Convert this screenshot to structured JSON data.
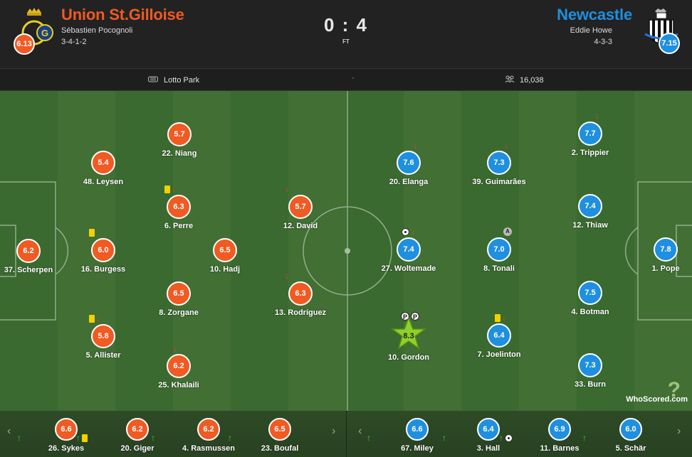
{
  "home": {
    "name": "Union St.Gilloise",
    "manager": "Sébastien Pocognoli",
    "formation": "3-4-1-2",
    "team_rating": "6.13",
    "color": "#f05a23"
  },
  "away": {
    "name": "Newcastle",
    "manager": "Eddie Howe",
    "formation": "4-3-3",
    "team_rating": "7.15",
    "color": "#1f8fe0"
  },
  "score": "0 : 4",
  "status": "FT",
  "venue": "Lotto Park",
  "separator": "·",
  "attendance": "16,038",
  "watermark": "WhoScored",
  "watermark_suffix": ".com",
  "watermark_mark": "?",
  "chevron_left": "‹",
  "chevron_right": "›",
  "lineup": [
    {
      "id": "scherpen",
      "name": "37. Scherpen",
      "rating": "6.2",
      "side": "home"
    },
    {
      "id": "leysen",
      "name": "48. Leysen",
      "rating": "5.4",
      "side": "home"
    },
    {
      "id": "burgess",
      "name": "16. Burgess",
      "rating": "6.0",
      "side": "home"
    },
    {
      "id": "allister",
      "name": "5. Allister",
      "rating": "5.8",
      "side": "home"
    },
    {
      "id": "niang",
      "name": "22. Niang",
      "rating": "5.7",
      "side": "home"
    },
    {
      "id": "perre",
      "name": "6. Perre",
      "rating": "6.3",
      "side": "home"
    },
    {
      "id": "zorgane",
      "name": "8. Zorgane",
      "rating": "6.5",
      "side": "home"
    },
    {
      "id": "khalaili",
      "name": "25. Khalaili",
      "rating": "6.2",
      "side": "home"
    },
    {
      "id": "hadj",
      "name": "10. Hadj",
      "rating": "6.5",
      "side": "home"
    },
    {
      "id": "david",
      "name": "12. David",
      "rating": "5.7",
      "side": "home"
    },
    {
      "id": "rodriguez",
      "name": "13. Rodríguez",
      "rating": "6.3",
      "side": "home"
    },
    {
      "id": "elanga",
      "name": "20. Elanga",
      "rating": "7.6",
      "side": "away"
    },
    {
      "id": "woltemade",
      "name": "27. Woltemade",
      "rating": "7.4",
      "side": "away"
    },
    {
      "id": "gordon",
      "name": "10. Gordon",
      "rating": "8.3",
      "side": "away"
    },
    {
      "id": "guimaraes",
      "name": "39. Guimarães",
      "rating": "7.3",
      "side": "away"
    },
    {
      "id": "tonali",
      "name": "8. Tonali",
      "rating": "7.0",
      "side": "away"
    },
    {
      "id": "joelinton",
      "name": "7. Joelinton",
      "rating": "6.4",
      "side": "away"
    },
    {
      "id": "trippier",
      "name": "2. Trippier",
      "rating": "7.7",
      "side": "away"
    },
    {
      "id": "thiaw",
      "name": "12. Thiaw",
      "rating": "7.4",
      "side": "away"
    },
    {
      "id": "botman",
      "name": "4. Botman",
      "rating": "7.5",
      "side": "away"
    },
    {
      "id": "burn",
      "name": "33. Burn",
      "rating": "7.3",
      "side": "away"
    },
    {
      "id": "pope",
      "name": "1. Pope",
      "rating": "7.8",
      "side": "away"
    }
  ],
  "bench": [
    {
      "id": "sykes",
      "name": "26. Sykes",
      "rating": "6.6",
      "side": "home"
    },
    {
      "id": "giger",
      "name": "20. Giger",
      "rating": "6.2",
      "side": "home"
    },
    {
      "id": "rasmussen",
      "name": "4. Rasmussen",
      "rating": "6.2",
      "side": "home"
    },
    {
      "id": "boufal",
      "name": "23. Boufal",
      "rating": "6.5",
      "side": "home"
    },
    {
      "id": "miley",
      "name": "67. Miley",
      "rating": "6.6",
      "side": "away"
    },
    {
      "id": "hall",
      "name": "3. Hall",
      "rating": "6.4",
      "side": "away"
    },
    {
      "id": "barnes",
      "name": "11. Barnes",
      "rating": "6.9",
      "side": "away"
    },
    {
      "id": "schar",
      "name": "5. Schär",
      "rating": "6.0",
      "side": "away"
    }
  ],
  "captain_mark": "A",
  "penalty_mark": "P",
  "man_of_the_match": "gordon"
}
